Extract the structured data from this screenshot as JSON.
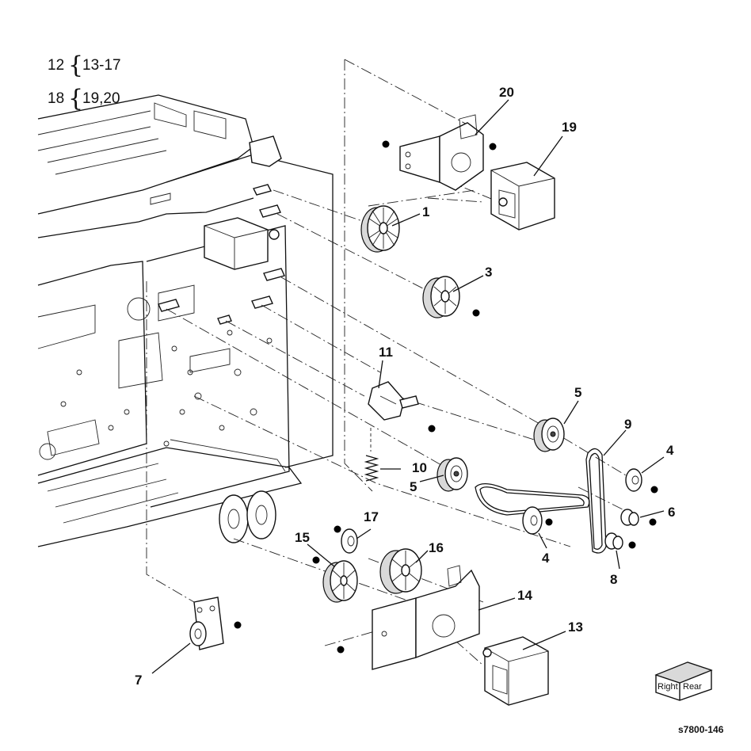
{
  "legend": [
    {
      "parent": "12",
      "children": "13-17"
    },
    {
      "parent": "18",
      "children": "19,20"
    }
  ],
  "part_labels": [
    {
      "id": "p1",
      "text": "1"
    },
    {
      "id": "p3",
      "text": "3"
    },
    {
      "id": "p4a",
      "text": "4"
    },
    {
      "id": "p4b",
      "text": "4"
    },
    {
      "id": "p5a",
      "text": "5"
    },
    {
      "id": "p5b",
      "text": "5"
    },
    {
      "id": "p6",
      "text": "6"
    },
    {
      "id": "p7",
      "text": "7"
    },
    {
      "id": "p8",
      "text": "8"
    },
    {
      "id": "p9",
      "text": "9"
    },
    {
      "id": "p10",
      "text": "10"
    },
    {
      "id": "p11",
      "text": "11"
    },
    {
      "id": "p13",
      "text": "13"
    },
    {
      "id": "p14",
      "text": "14"
    },
    {
      "id": "p15",
      "text": "15"
    },
    {
      "id": "p16",
      "text": "16"
    },
    {
      "id": "p17",
      "text": "17"
    },
    {
      "id": "p19",
      "text": "19"
    },
    {
      "id": "p20",
      "text": "20"
    }
  ],
  "orientation_cube": {
    "right": "Right",
    "rear": "Rear"
  },
  "figure_code": "s7800-146"
}
